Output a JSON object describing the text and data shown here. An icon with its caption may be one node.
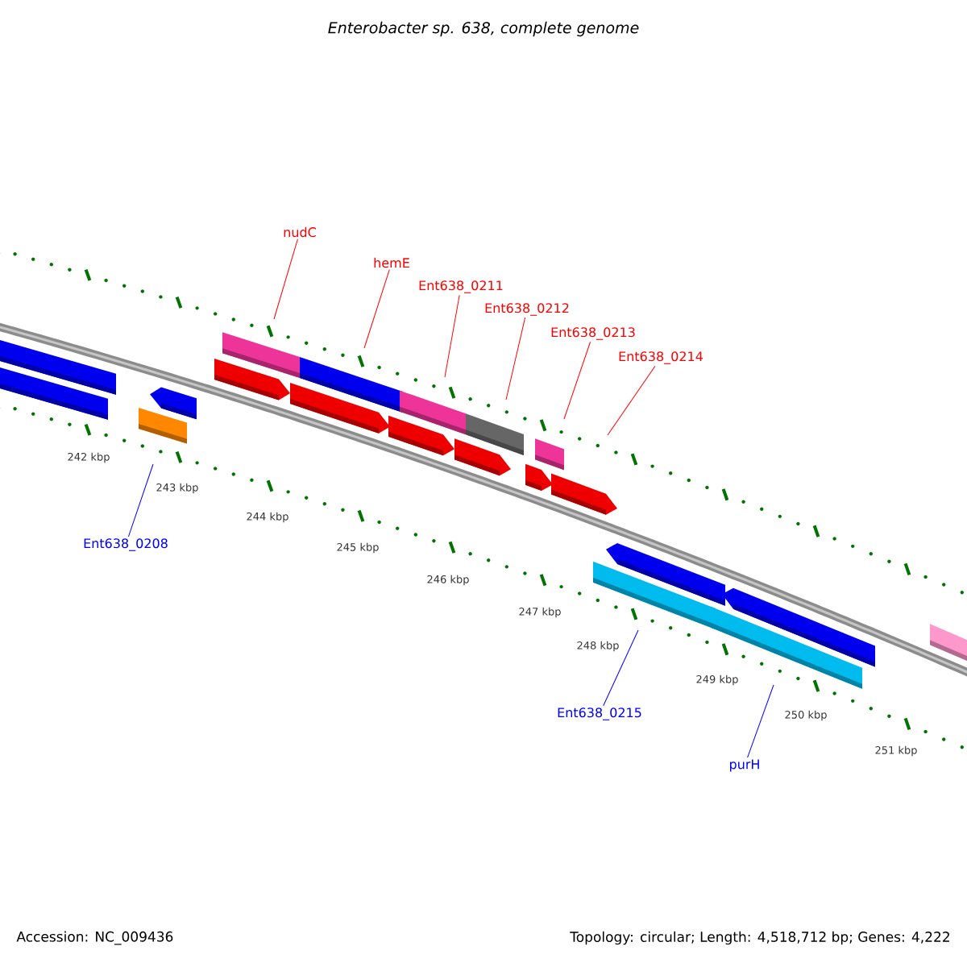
{
  "diagram": {
    "title": "Enterobacter sp. 638, complete genome",
    "nodes": [
      {
        "text": [
          "nudC"
        ]
      },
      {
        "text": [
          "hemE"
        ]
      },
      {
        "text": [
          "Ent638_0211"
        ]
      },
      {
        "text": [
          "Ent638_0212"
        ]
      },
      {
        "text": [
          "Ent638_0213"
        ]
      },
      {
        "text": [
          "Ent638_0214"
        ]
      },
      {
        "text": [
          "Ent638_0208"
        ]
      },
      {
        "text": [
          "Ent638_0215"
        ]
      },
      {
        "text": [
          "purH"
        ]
      }
    ],
    "edges": [
      {
        "from": 0,
        "to": null,
        "arrow": "none"
      },
      {
        "from": 1,
        "to": null,
        "arrow": "none"
      },
      {
        "from": 2,
        "to": null,
        "arrow": "none"
      },
      {
        "from": 3,
        "to": null,
        "arrow": "none"
      },
      {
        "from": 4,
        "to": null,
        "arrow": "none"
      },
      {
        "from": 5,
        "to": null,
        "arrow": "none"
      },
      {
        "from": 6,
        "to": null,
        "arrow": "none",
        "color": "#0000ff"
      },
      {
        "from": 7,
        "to": null,
        "arrow": "none",
        "color": "#0000ff"
      },
      {
        "from": 8,
        "to": null,
        "arrow": "none",
        "color": "#0000ff"
      }
    ],
    "labels": [
      "242 kbp",
      "243 kbp",
      "244 kbp",
      "245 kbp",
      "246 kbp",
      "247 kbp",
      "248 kbp",
      "249 kbp",
      "250 kbp",
      "251 kbp",
      "Accession: NC_009436",
      "Topology: circular; Length: 4,518,712 bp; Genes: 4,222"
    ]
  }
}
